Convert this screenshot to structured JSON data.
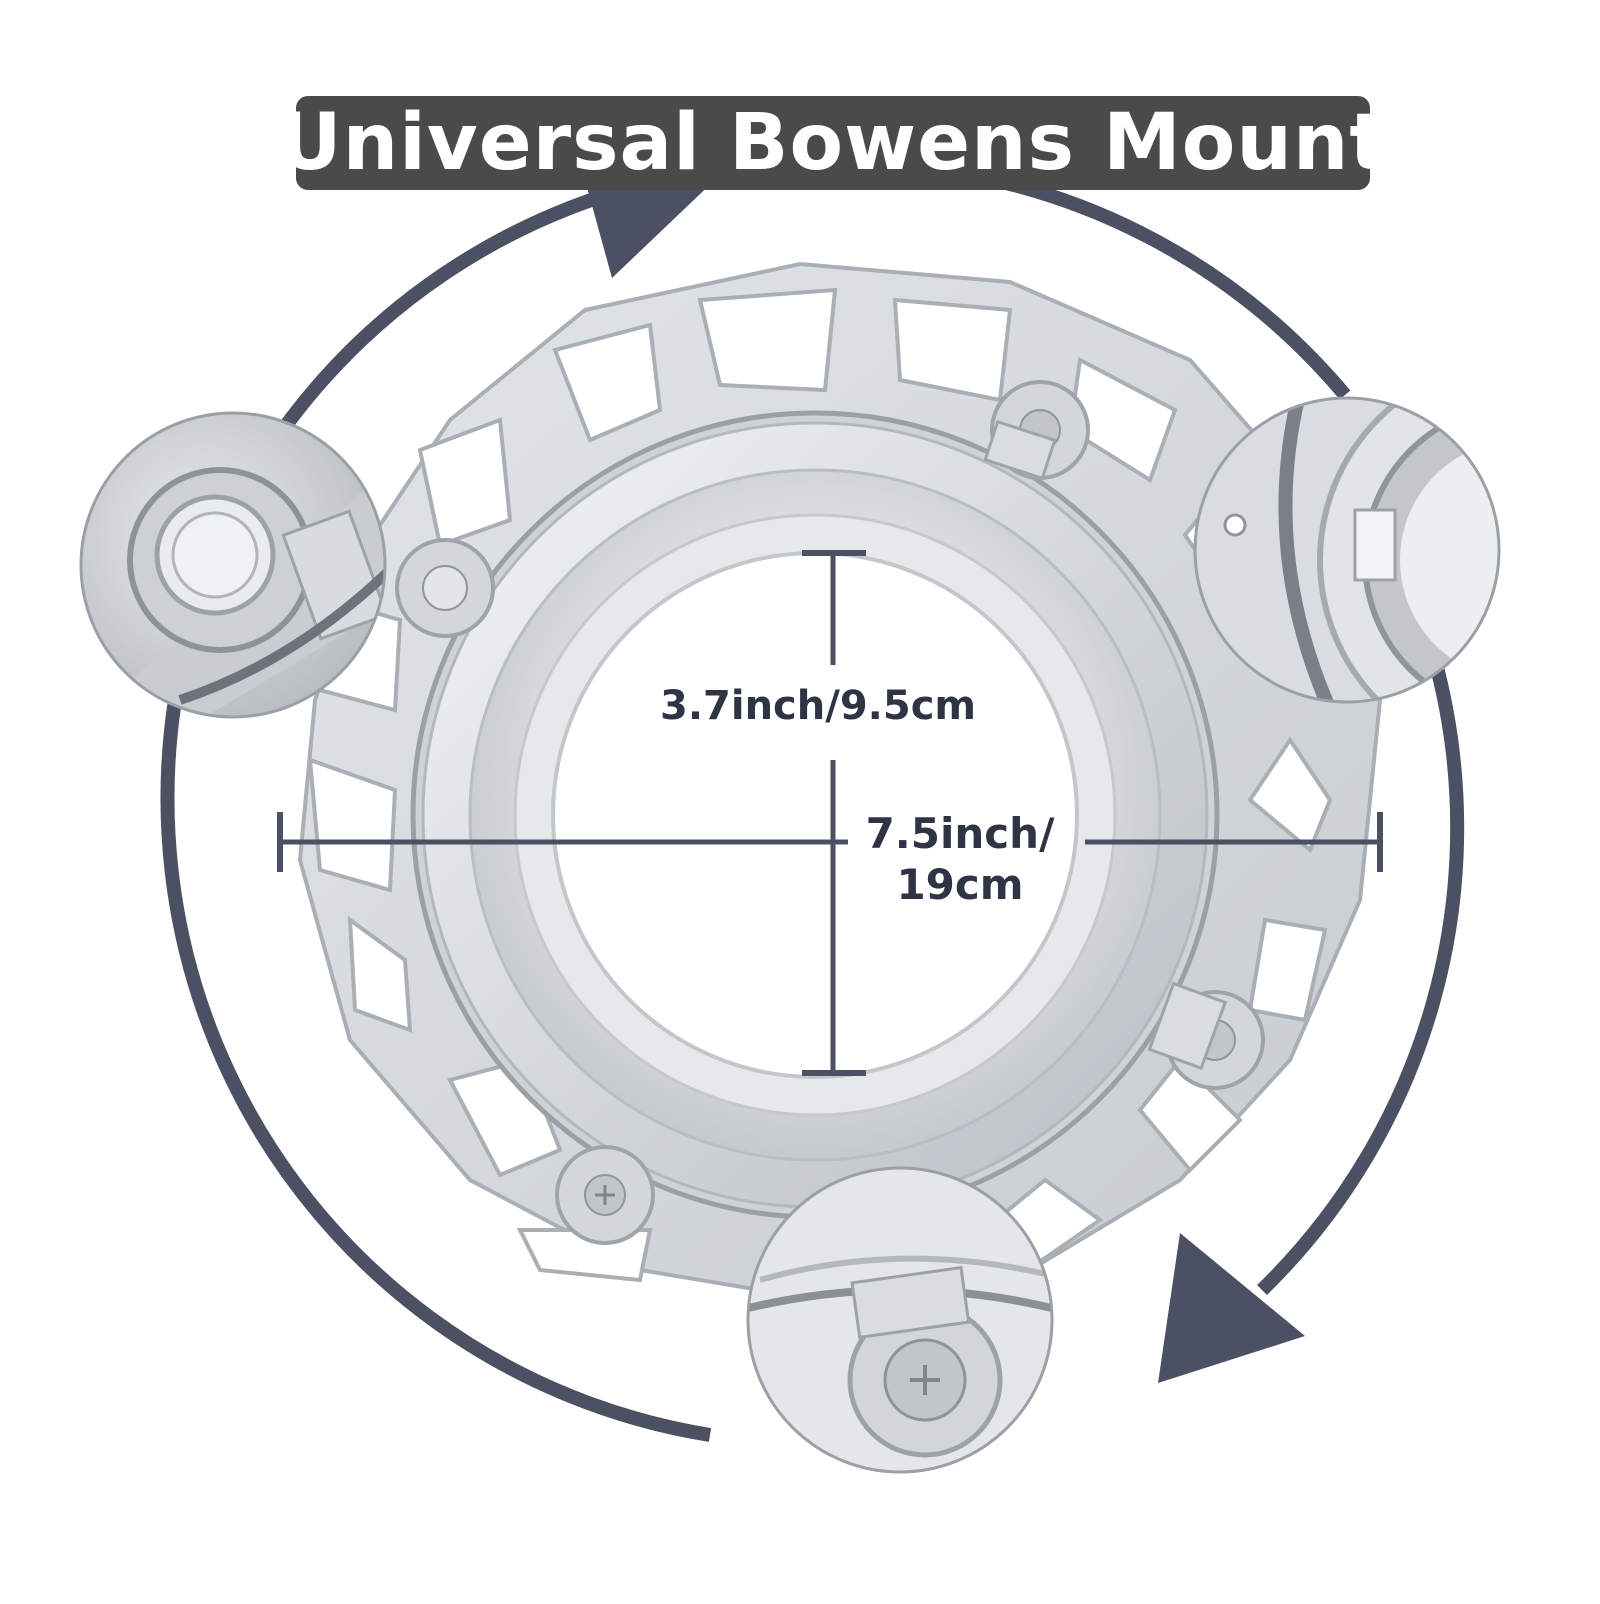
{
  "title": "Universal Bowens Mount",
  "dimensions": {
    "inner_diameter_label": "3.7inch/9.5cm",
    "outer_diameter_line1": "7.5inch/",
    "outer_diameter_line2": "19cm"
  },
  "colors": {
    "banner": "#4a4a4a",
    "arrow": "#4b5063",
    "dimension_text": "#2f3444",
    "metal": "#d6d9dc"
  },
  "icons": [
    "rotation-arrow-icon",
    "magnifier-detail-icon",
    "dimension-line-icon"
  ]
}
